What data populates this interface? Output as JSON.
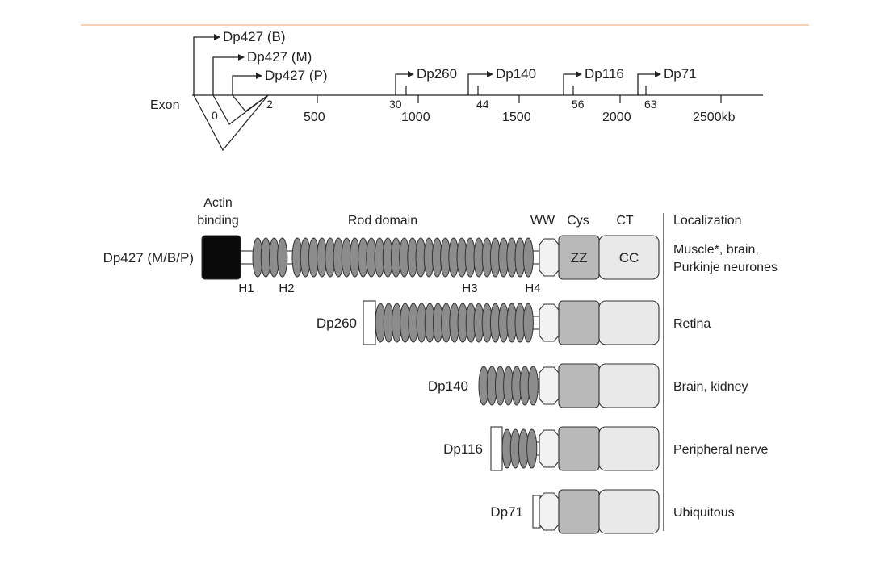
{
  "colors": {
    "accent_line": "#f0b48a",
    "actin": "#0a0a0a",
    "rod": "#8c8c8c",
    "zz": "#b9b9b9",
    "cc": "#e9e9e9",
    "ww": "#f2f2f2",
    "stroke": "#333333"
  },
  "gene_map": {
    "exon_label": "Exon",
    "promoters": [
      {
        "label": "Dp427 (B)"
      },
      {
        "label": "Dp427 (M)"
      },
      {
        "label": "Dp427 (P)"
      },
      {
        "label": "Dp260"
      },
      {
        "label": "Dp140"
      },
      {
        "label": "Dp116"
      },
      {
        "label": "Dp71"
      }
    ],
    "exon_numbers": [
      "0",
      "2",
      "30",
      "44",
      "56",
      "63"
    ],
    "scale_ticks": [
      "500",
      "1000",
      "1500",
      "2000",
      "2500kb"
    ]
  },
  "protein": {
    "header": {
      "actin_binding": "Actin binding",
      "rod_domain": "Rod domain",
      "ww": "WW",
      "cys": "Cys",
      "ct": "CT",
      "localization": "Localization"
    },
    "hinges": [
      "H1",
      "H2",
      "H3",
      "H4"
    ],
    "zz_label": "ZZ",
    "cc_label": "CC",
    "isoforms": [
      {
        "name": "Dp427 (M/B/P)",
        "localization": [
          "Muscle*, brain,",
          "Purkinje neurones"
        ]
      },
      {
        "name": "Dp260",
        "localization": [
          "Retina"
        ]
      },
      {
        "name": "Dp140",
        "localization": [
          "Brain, kidney"
        ]
      },
      {
        "name": "Dp116",
        "localization": [
          "Peripheral nerve"
        ]
      },
      {
        "name": "Dp71",
        "localization": [
          "Ubiquitous"
        ]
      }
    ]
  }
}
